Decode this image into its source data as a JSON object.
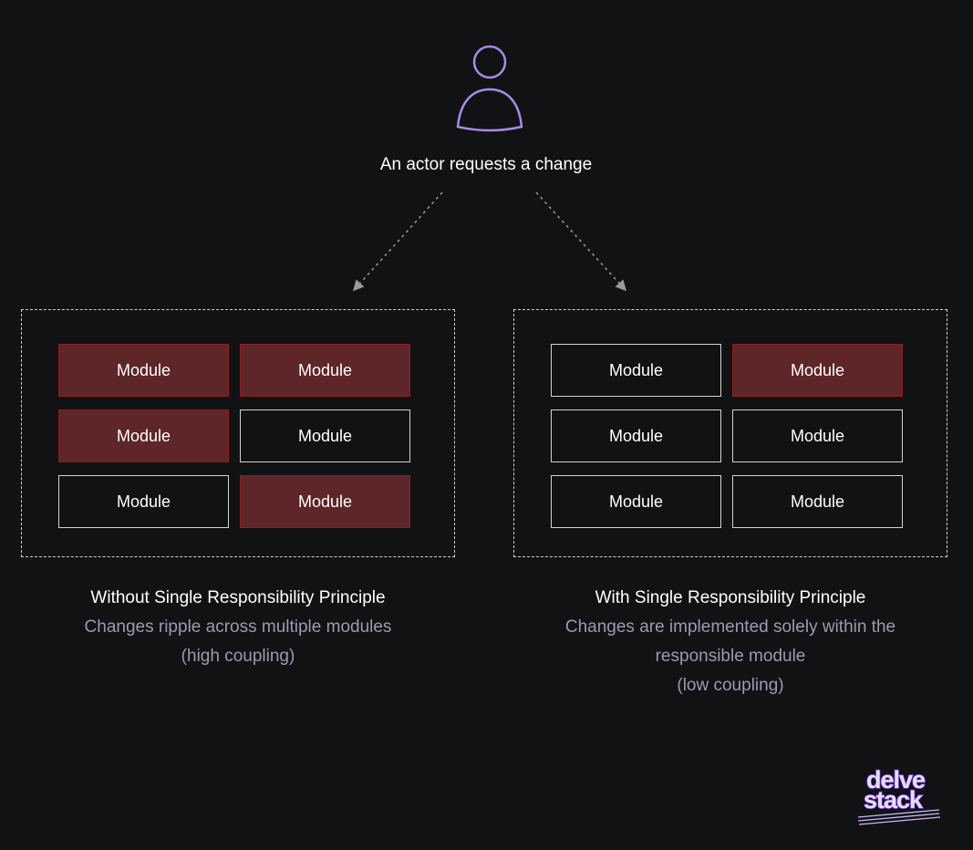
{
  "actor": {
    "label": "An actor requests a change",
    "color": "#a98be8"
  },
  "colors": {
    "background": "#111214",
    "affected_module_fill": "#5e2629",
    "affected_module_border": "#8f1d1d",
    "module_border": "#d6d2d2",
    "description_text": "#9b9bb0"
  },
  "left_panel": {
    "modules": [
      {
        "label": "Module",
        "affected": true
      },
      {
        "label": "Module",
        "affected": true
      },
      {
        "label": "Module",
        "affected": true
      },
      {
        "label": "Module",
        "affected": false
      },
      {
        "label": "Module",
        "affected": false
      },
      {
        "label": "Module",
        "affected": true
      }
    ],
    "title": "Without Single Responsibility Principle",
    "description_lines": [
      "Changes ripple across multiple modules",
      "(high coupling)"
    ]
  },
  "right_panel": {
    "modules": [
      {
        "label": "Module",
        "affected": false
      },
      {
        "label": "Module",
        "affected": true
      },
      {
        "label": "Module",
        "affected": false
      },
      {
        "label": "Module",
        "affected": false
      },
      {
        "label": "Module",
        "affected": false
      },
      {
        "label": "Module",
        "affected": false
      }
    ],
    "title": "With Single Responsibility Principle",
    "description_lines": [
      "Changes are implemented solely within the",
      "responsible module",
      "(low coupling)"
    ]
  },
  "logo": {
    "text_line_1": "delve",
    "text_line_2": "stack",
    "icon": "stacked-layers-icon"
  }
}
